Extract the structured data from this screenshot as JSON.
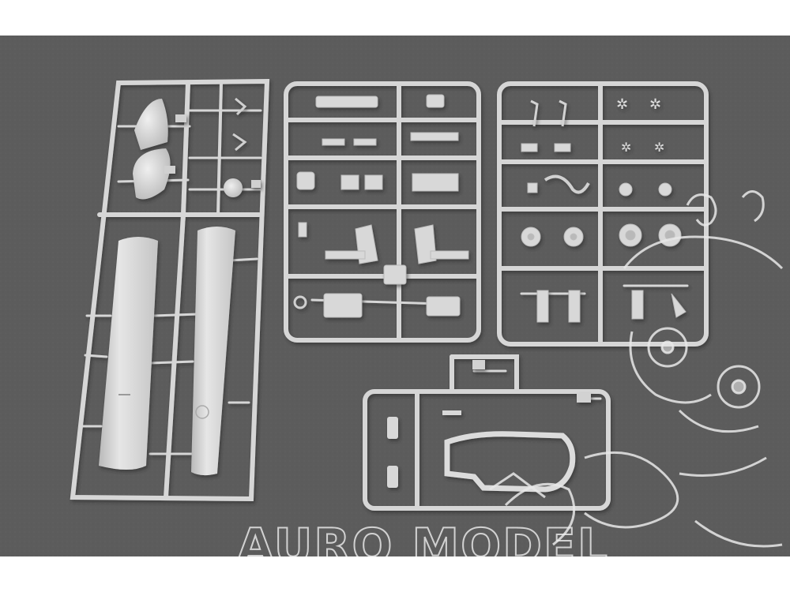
{
  "photo": {
    "subject": "plastic model kit sprues on dark felt",
    "background_color": "#5c5c5c",
    "plastic_color": "#d8d8d8"
  },
  "watermark": {
    "text": "AURO MODEL",
    "style": "cartoon creature outline"
  }
}
